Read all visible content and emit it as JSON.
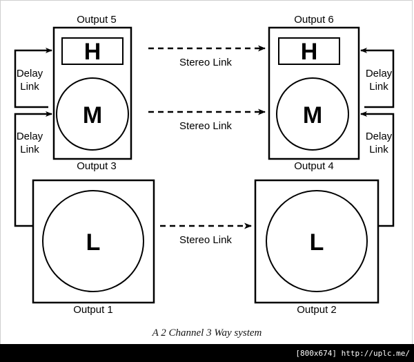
{
  "diagram": {
    "caption": "A 2 Channel 3 Way system",
    "stroke_color": "#000000",
    "background_color": "#ffffff",
    "speakers": [
      {
        "id": "left-hm-cabinet",
        "top_label": "Output 5",
        "bottom_label": "Output 3",
        "drivers": [
          "H",
          "M"
        ]
      },
      {
        "id": "right-hm-cabinet",
        "top_label": "Output 6",
        "bottom_label": "Output 4",
        "drivers": [
          "H",
          "M"
        ]
      },
      {
        "id": "left-sub-cabinet",
        "bottom_label": "Output 1",
        "drivers": [
          "L"
        ]
      },
      {
        "id": "right-sub-cabinet",
        "bottom_label": "Output 2",
        "drivers": [
          "L"
        ]
      }
    ],
    "stereo_links": [
      {
        "id": "stereo-link-high",
        "label": "Stereo Link"
      },
      {
        "id": "stereo-link-mid",
        "label": "Stereo Link"
      },
      {
        "id": "stereo-link-low",
        "label": "Stereo Link"
      }
    ],
    "delay_links": [
      {
        "id": "delay-link-left-high",
        "label_line1": "Delay",
        "label_line2": "Link"
      },
      {
        "id": "delay-link-left-mid",
        "label_line1": "Delay",
        "label_line2": "Link"
      },
      {
        "id": "delay-link-right-high",
        "label_line1": "Delay",
        "label_line2": "Link"
      },
      {
        "id": "delay-link-right-mid",
        "label_line1": "Delay",
        "label_line2": "Link"
      }
    ]
  },
  "footer": {
    "text": "[800x674] http://uplc.me/"
  }
}
